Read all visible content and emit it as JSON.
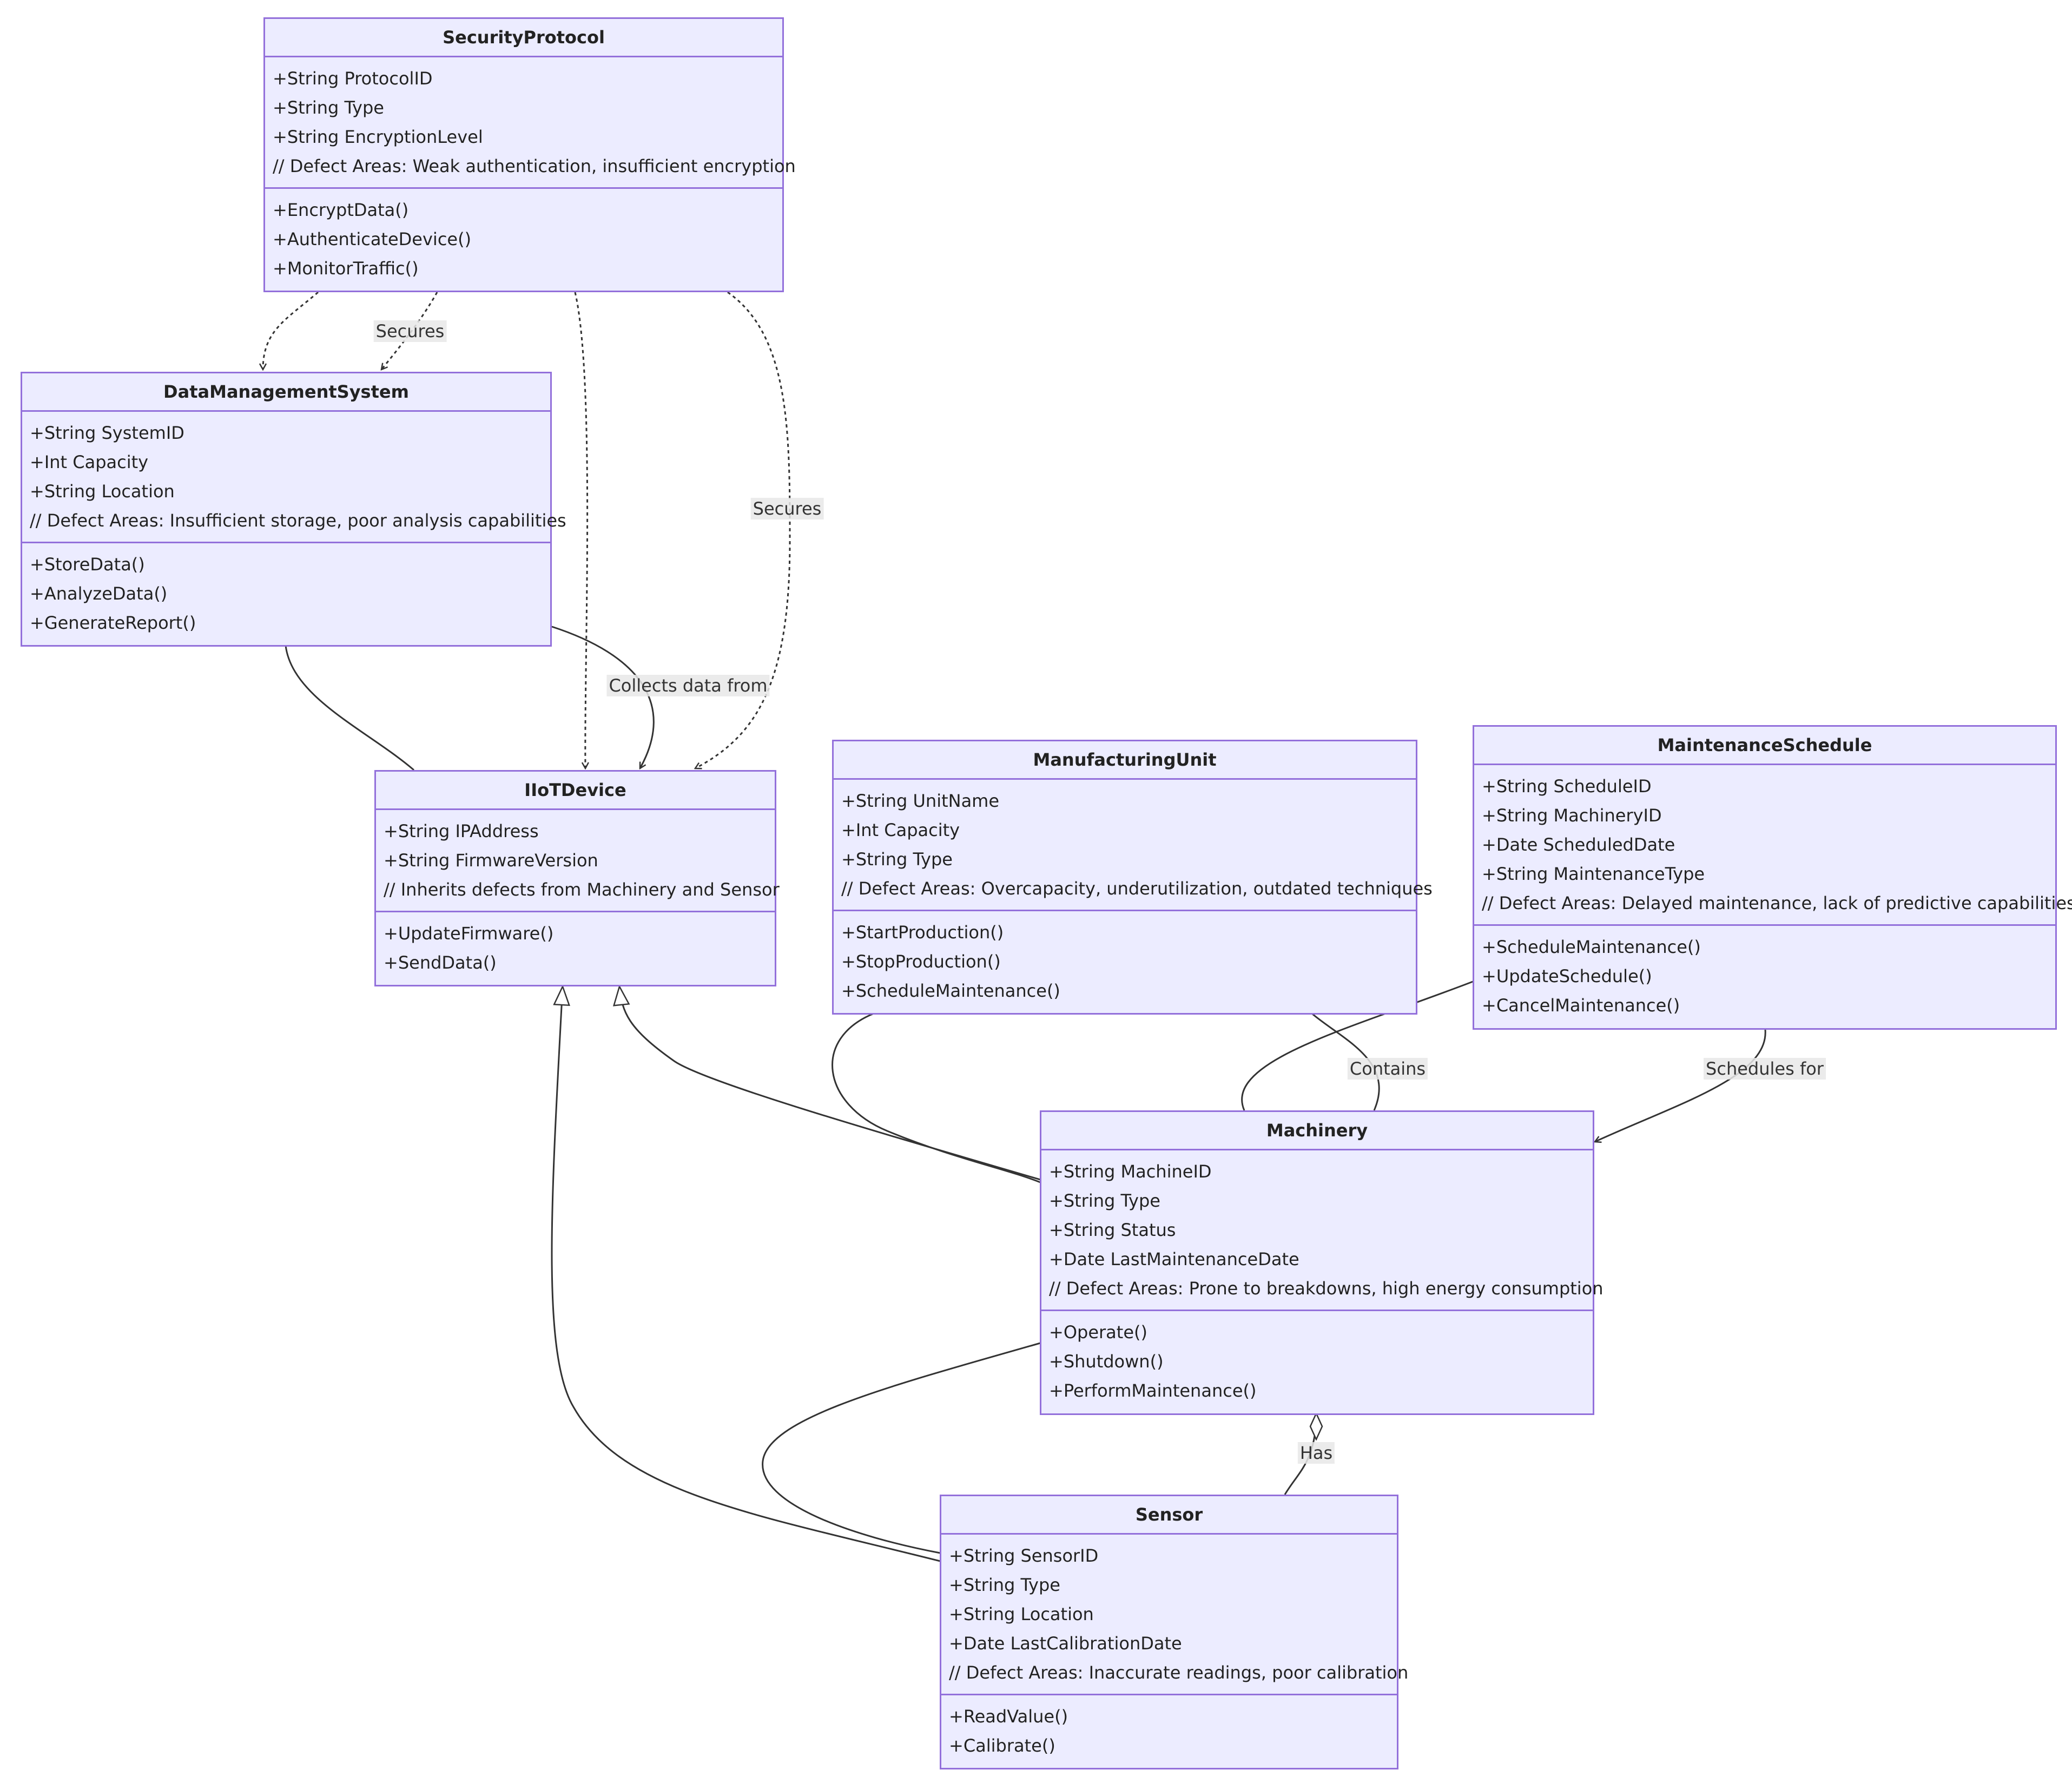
{
  "classes": {
    "security_protocol": {
      "name": "SecurityProtocol",
      "attributes": [
        "+String ProtocolID",
        "+String Type",
        "+String EncryptionLevel",
        "// Defect Areas: Weak authentication, insufficient encryption"
      ],
      "methods": [
        "+EncryptData()",
        "+AuthenticateDevice()",
        "+MonitorTraffic()"
      ]
    },
    "data_management_system": {
      "name": "DataManagementSystem",
      "attributes": [
        "+String SystemID",
        "+Int Capacity",
        "+String Location",
        "// Defect Areas: Insufficient storage, poor analysis capabilities"
      ],
      "methods": [
        "+StoreData()",
        "+AnalyzeData()",
        "+GenerateReport()"
      ]
    },
    "iiot_device": {
      "name": "IIoTDevice",
      "attributes": [
        "+String IPAddress",
        "+String FirmwareVersion",
        "// Inherits defects from Machinery and Sensor"
      ],
      "methods": [
        "+UpdateFirmware()",
        "+SendData()"
      ]
    },
    "manufacturing_unit": {
      "name": "ManufacturingUnit",
      "attributes": [
        "+String UnitName",
        "+Int Capacity",
        "+String Type",
        "// Defect Areas: Overcapacity, underutilization, outdated techniques"
      ],
      "methods": [
        "+StartProduction()",
        "+StopProduction()",
        "+ScheduleMaintenance()"
      ]
    },
    "maintenance_schedule": {
      "name": "MaintenanceSchedule",
      "attributes": [
        "+String ScheduleID",
        "+String MachineryID",
        "+Date ScheduledDate",
        "+String MaintenanceType",
        "// Defect Areas: Delayed maintenance, lack of predictive capabilities"
      ],
      "methods": [
        "+ScheduleMaintenance()",
        "+UpdateSchedule()",
        "+CancelMaintenance()"
      ]
    },
    "machinery": {
      "name": "Machinery",
      "attributes": [
        "+String MachineID",
        "+String Type",
        "+String Status",
        "+Date LastMaintenanceDate",
        "// Defect Areas: Prone to breakdowns, high energy consumption"
      ],
      "methods": [
        "+Operate()",
        "+Shutdown()",
        "+PerformMaintenance()"
      ]
    },
    "sensor": {
      "name": "Sensor",
      "attributes": [
        "+String SensorID",
        "+String Type",
        "+String Location",
        "+Date LastCalibrationDate",
        "// Defect Areas: Inaccurate readings, poor calibration"
      ],
      "methods": [
        "+ReadValue()",
        "+Calibrate()"
      ]
    }
  },
  "relationship_labels": {
    "secures_1": "Secures",
    "secures_2": "Secures",
    "collects": "Collects data from",
    "contains": "Contains",
    "schedules_for": "Schedules for",
    "has": "Has"
  },
  "colors": {
    "class_fill": "#ECECFF",
    "class_border": "#9370DB",
    "edge": "#333333",
    "label_bg": "#E8E8E8"
  }
}
